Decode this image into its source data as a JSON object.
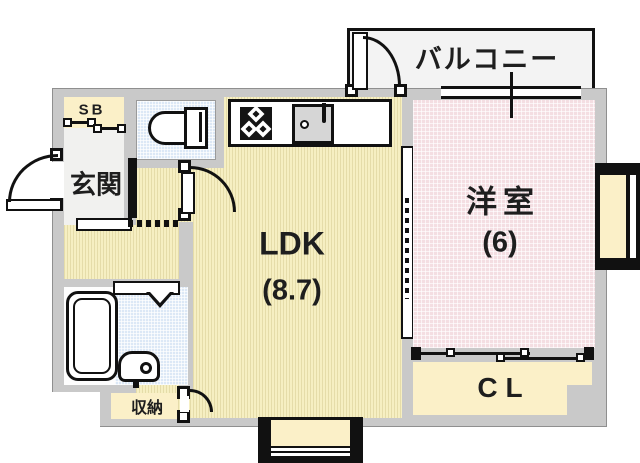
{
  "floorplan": {
    "balcony": {
      "label": "バルコニー"
    },
    "shoe_box": {
      "label": "SB"
    },
    "entrance": {
      "label": "玄関"
    },
    "ldk": {
      "label": "LDK",
      "area": "(8.7)"
    },
    "western_room": {
      "label": "洋室",
      "area": "(6)"
    },
    "closet": {
      "label": "CL"
    },
    "storage": {
      "label": "収納"
    },
    "icons": {
      "toilet": "toilet-icon",
      "gas_stove": "gas-stove-icon",
      "kitchen_sink": "kitchen-sink-icon",
      "bathtub": "bathtub-icon",
      "washbasin": "washbasin-icon"
    },
    "colors": {
      "ldk_floor": "#f6efc2",
      "western_room_floor": "#f4dee2",
      "wet_area_floor": "#dce8f6",
      "closet_fill": "#fbf0c8",
      "wall": "#c9c9c9",
      "line": "#111111"
    }
  }
}
